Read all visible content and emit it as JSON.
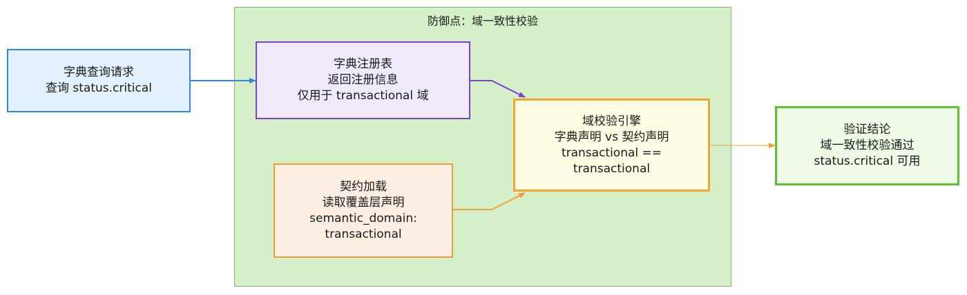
{
  "group": {
    "title": "防御点：域一致性校验"
  },
  "nodes": {
    "query": {
      "lines": [
        "字典查询请求",
        "查询 status.critical"
      ]
    },
    "dict": {
      "lines": [
        "字典注册表",
        "返回注册信息",
        "仅用于 transactional 域"
      ]
    },
    "contract": {
      "lines": [
        "契约加载",
        "读取覆盖层声明",
        "semantic_domain:",
        "transactional"
      ]
    },
    "engine": {
      "lines": [
        "域校验引擎",
        "字典声明 vs 契约声明",
        "transactional ==",
        "transactional"
      ]
    },
    "result": {
      "lines": [
        "验证结论",
        "域一致性校验通过",
        "status.critical 可用"
      ]
    }
  },
  "colors": {
    "edge_query": "#2e86e6",
    "edge_dict": "#7b3fd0",
    "edge_contract": "#f0a030",
    "edge_result": "#f0a030"
  }
}
